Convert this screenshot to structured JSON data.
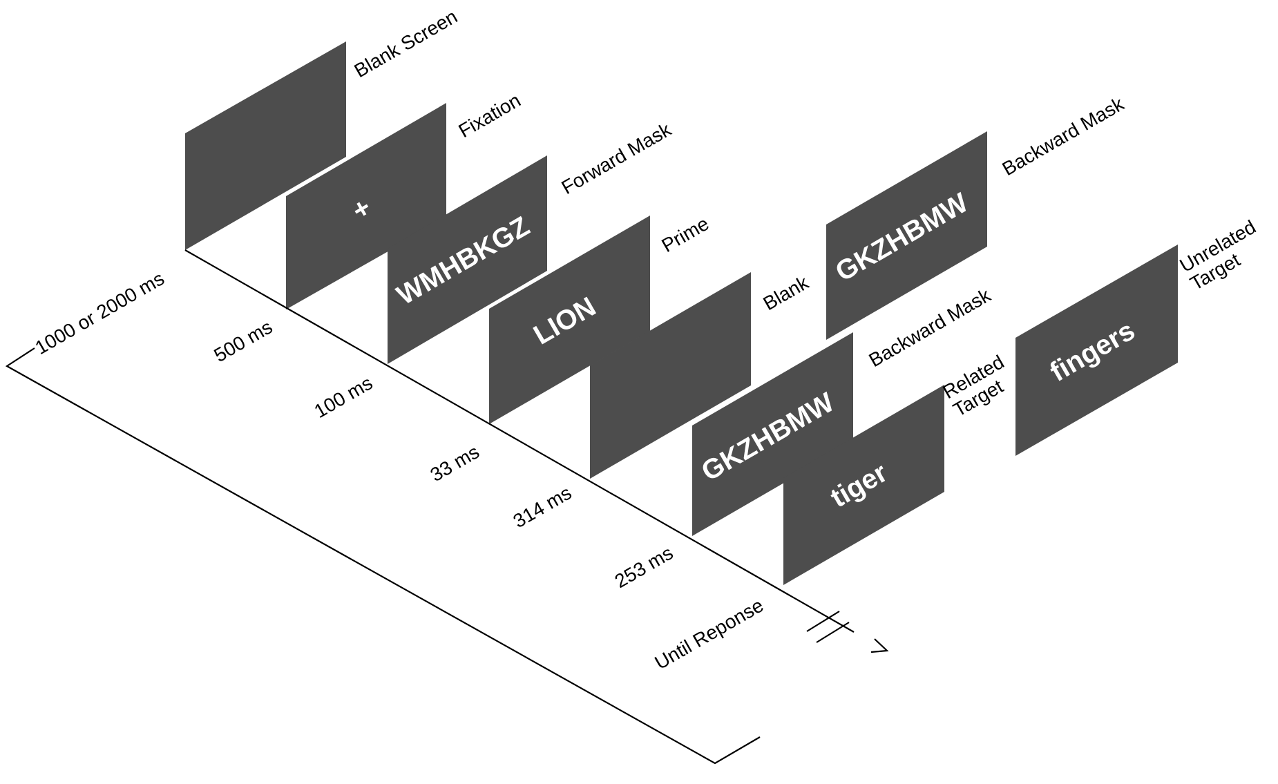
{
  "screens": [
    {
      "id": "blank_screen",
      "label": "Blank Screen",
      "stimulus": ""
    },
    {
      "id": "fixation",
      "label": "Fixation",
      "stimulus": "+"
    },
    {
      "id": "forward_mask",
      "label": "Forward Mask",
      "stimulus": "WMHBKGZ"
    },
    {
      "id": "prime",
      "label": "Prime",
      "stimulus": "LION"
    },
    {
      "id": "blank",
      "label": "Blank",
      "stimulus": ""
    },
    {
      "id": "backward_mask_lower",
      "label": "Backward Mask",
      "stimulus": "GKZHBMW"
    },
    {
      "id": "backward_mask_upper",
      "label": "Backward Mask",
      "stimulus": "GKZHBMW"
    },
    {
      "id": "related_target",
      "label_lines": [
        "Related",
        "Target"
      ],
      "stimulus": "tiger"
    },
    {
      "id": "unrelated_target",
      "label_lines": [
        "Unrelated",
        "Target"
      ],
      "stimulus": "fingers"
    }
  ],
  "durations": [
    "1000 or 2000 ms",
    "500 ms",
    "100 ms",
    "33 ms",
    "314 ms",
    "253 ms",
    "Until Reponse"
  ],
  "colors": {
    "screen": "#4d4d4d",
    "stimulus_text": "#ffffff",
    "axis": "#000000"
  }
}
